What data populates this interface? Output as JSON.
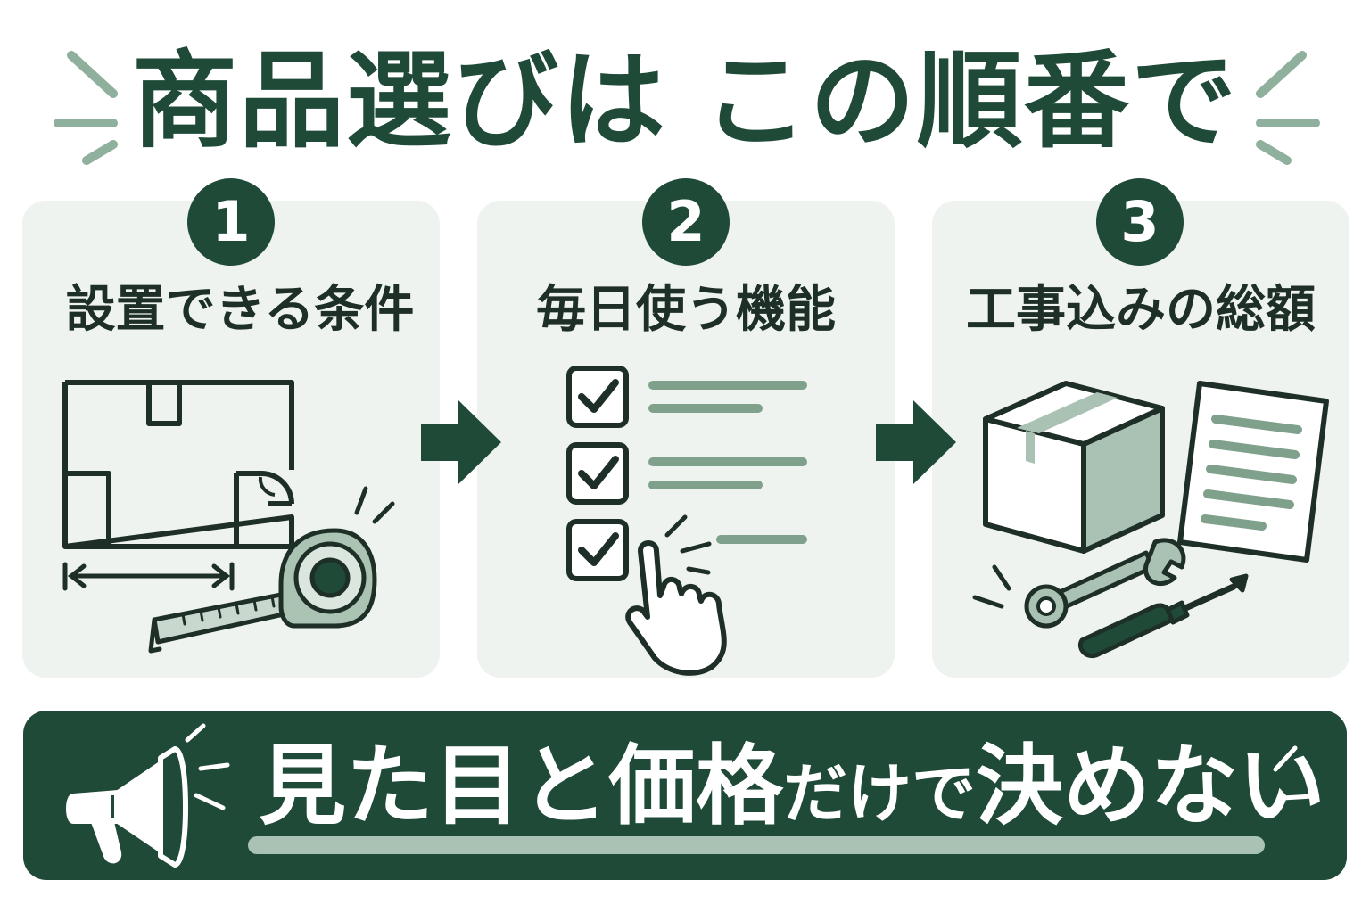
{
  "title": {
    "part1": "商品選びは",
    "part2": "この順番で"
  },
  "steps": [
    {
      "number": "1",
      "label": "設置できる条件"
    },
    {
      "number": "2",
      "label": "毎日使う機能"
    },
    {
      "number": "3",
      "label": "工事込みの総額"
    }
  ],
  "banner": {
    "part1": "見た目と価格",
    "part2": "だけで",
    "part3": "決めない"
  },
  "colors": {
    "primary": "#1f4a38",
    "panel_bg": "#eef3ef",
    "accent_light": "#a9c2b3",
    "accent_mid": "#7fa18c"
  },
  "icons": [
    "floor-plan-icon",
    "tape-measure-icon",
    "checklist-icon",
    "pointing-hand-icon",
    "box-icon",
    "document-icon",
    "wrench-icon",
    "screwdriver-icon",
    "megaphone-icon",
    "arrow-right-icon"
  ]
}
